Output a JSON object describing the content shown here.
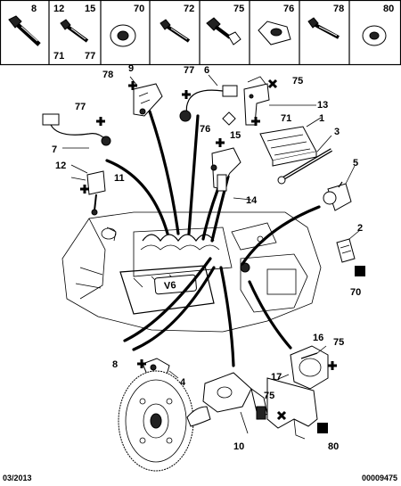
{
  "header_row": [
    {
      "id": "fastener-8",
      "top": [
        "8"
      ],
      "bottom": []
    },
    {
      "id": "fastener-12-15-71-77",
      "top": [
        "12",
        "15"
      ],
      "bottom": [
        "71",
        "77"
      ]
    },
    {
      "id": "fastener-70",
      "top": [
        "70"
      ],
      "bottom": []
    },
    {
      "id": "fastener-72",
      "top": [
        "72"
      ],
      "bottom": []
    },
    {
      "id": "fastener-75",
      "top": [
        "75"
      ],
      "bottom": []
    },
    {
      "id": "fastener-76",
      "top": [
        "76"
      ],
      "bottom": []
    },
    {
      "id": "fastener-78",
      "top": [
        "78"
      ],
      "bottom": []
    },
    {
      "id": "fastener-80",
      "top": [
        "80"
      ],
      "bottom": []
    }
  ],
  "callouts": {
    "c1": "1",
    "c2": "2",
    "c3": "3",
    "c4": "4",
    "c5": "5",
    "c6": "6",
    "c7": "7",
    "c8": "8",
    "c9": "9",
    "c10": "10",
    "c11": "11",
    "c12": "12",
    "c13": "13",
    "c14": "14",
    "c15": "15",
    "c16": "16",
    "c17": "17",
    "c70": "70",
    "c71": "71",
    "c75a": "75",
    "c75b": "75",
    "c75c": "75",
    "c76": "76",
    "c77a": "77",
    "c77b": "77",
    "c78": "78",
    "c80": "80"
  },
  "engine_badge": "V6",
  "footer": {
    "date": "03/2013",
    "ref": "00009475"
  }
}
